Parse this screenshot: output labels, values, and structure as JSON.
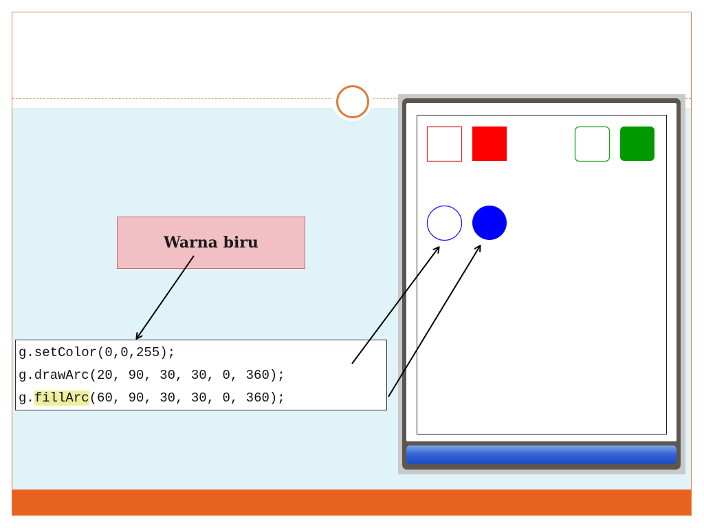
{
  "callout": {
    "text": "Warna biru"
  },
  "code": {
    "lines": [
      {
        "before": "g.setColor(0,0,255);",
        "highlight": "",
        "after": ""
      },
      {
        "before": "g.drawArc(20, 90, 30, 30, 0, 360);",
        "highlight": "",
        "after": ""
      },
      {
        "before": "g.",
        "highlight": "fillArc",
        "after": "(60, 90, 30, 30, 0, 360);"
      }
    ]
  },
  "canvas": {
    "shapes": [
      {
        "name": "red-rect-outline",
        "kind": "rect",
        "filled": false,
        "color": "#d03030"
      },
      {
        "name": "red-rect-filled",
        "kind": "rect",
        "filled": true,
        "color": "#ff0000"
      },
      {
        "name": "green-roundrect-outline",
        "kind": "roundrect",
        "filled": false,
        "color": "#1aa01a"
      },
      {
        "name": "green-roundrect-filled",
        "kind": "roundrect",
        "filled": true,
        "color": "#009900"
      },
      {
        "name": "blue-circle-outline",
        "kind": "circle",
        "filled": false,
        "color": "#1a1aff"
      },
      {
        "name": "blue-circle-filled",
        "kind": "circle",
        "filled": true,
        "color": "#0000ff"
      }
    ]
  },
  "colors": {
    "accent": "#e8621f",
    "content_bg": "#dff3f8",
    "callout_bg": "#f2c0c4",
    "highlight": "#eeeea0"
  }
}
